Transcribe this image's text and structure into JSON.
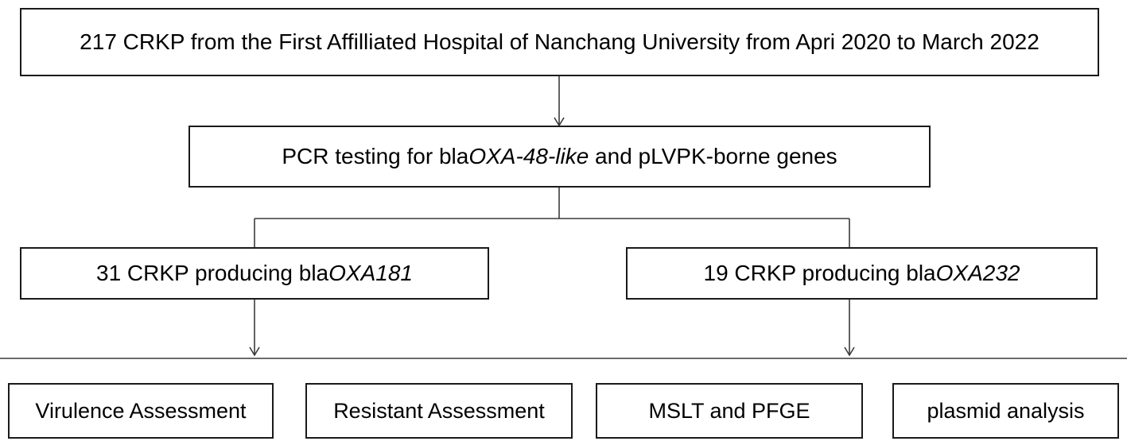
{
  "top_box": {
    "text": "217 CRKP from the First Affilliated Hospital of Nanchang University from Apri 2020 to March 2022"
  },
  "pcr_box": {
    "prefix": "PCR testing for bla",
    "italic": "OXA-48-like",
    "suffix": " and pLVPK-borne genes"
  },
  "left_group_box": {
    "prefix": "31 CRKP producing bla",
    "italic": "OXA181"
  },
  "right_group_box": {
    "prefix": "19 CRKP producing bla",
    "italic": "OXA232"
  },
  "analysis_boxes": [
    {
      "label": "Virulence Assessment"
    },
    {
      "label": "Resistant Assessment"
    },
    {
      "label": "MSLT and PFGE"
    },
    {
      "label": "plasmid analysis"
    }
  ],
  "colors": {
    "border": "#1a1a1a",
    "line": "#3a3a3a",
    "background": "#ffffff"
  }
}
